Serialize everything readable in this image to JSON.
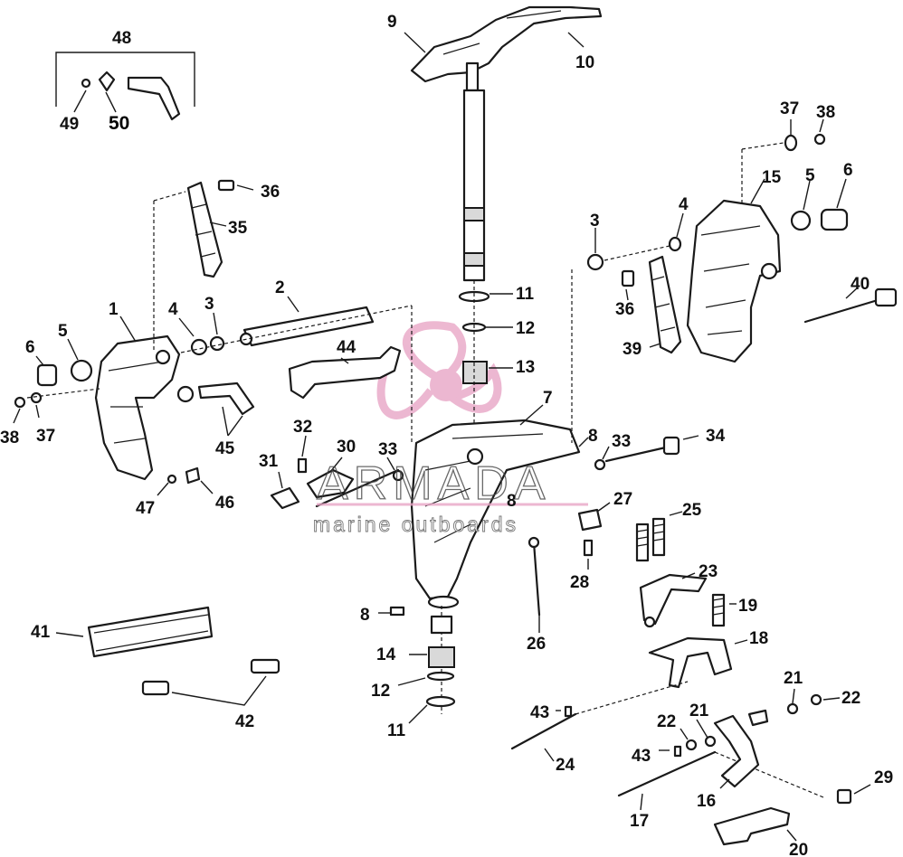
{
  "watermark": {
    "brand": "ARMADA",
    "tagline": "marine outboards",
    "color": "#e8a6c6"
  },
  "callouts": {
    "c1": "1",
    "c2": "2",
    "c3a": "3",
    "c3b": "3",
    "c4a": "4",
    "c4b": "4",
    "c5a": "5",
    "c5b": "5",
    "c6a": "6",
    "c6b": "6",
    "c7": "7",
    "c8a": "8",
    "c8b": "8",
    "c8c": "8",
    "c9": "9",
    "c10": "10",
    "c11a": "11",
    "c11b": "11",
    "c12a": "12",
    "c12b": "12",
    "c13": "13",
    "c14": "14",
    "c15": "15",
    "c16": "16",
    "c17": "17",
    "c18": "18",
    "c19": "19",
    "c20": "20",
    "c21a": "21",
    "c21b": "21",
    "c22a": "22",
    "c22b": "22",
    "c23": "23",
    "c24": "24",
    "c25": "25",
    "c26": "26",
    "c27": "27",
    "c28": "28",
    "c29": "29",
    "c30": "30",
    "c31": "31",
    "c32": "32",
    "c33a": "33",
    "c33b": "33",
    "c34": "34",
    "c35": "35",
    "c36a": "36",
    "c36b": "36",
    "c37a": "37",
    "c37b": "37",
    "c38a": "38",
    "c38b": "38",
    "c39": "39",
    "c40": "40",
    "c41": "41",
    "c42": "42",
    "c43a": "43",
    "c43b": "43",
    "c44": "44",
    "c45": "45",
    "c46": "46",
    "c47": "47",
    "c48": "48",
    "c49": "49",
    "c50": "50"
  }
}
